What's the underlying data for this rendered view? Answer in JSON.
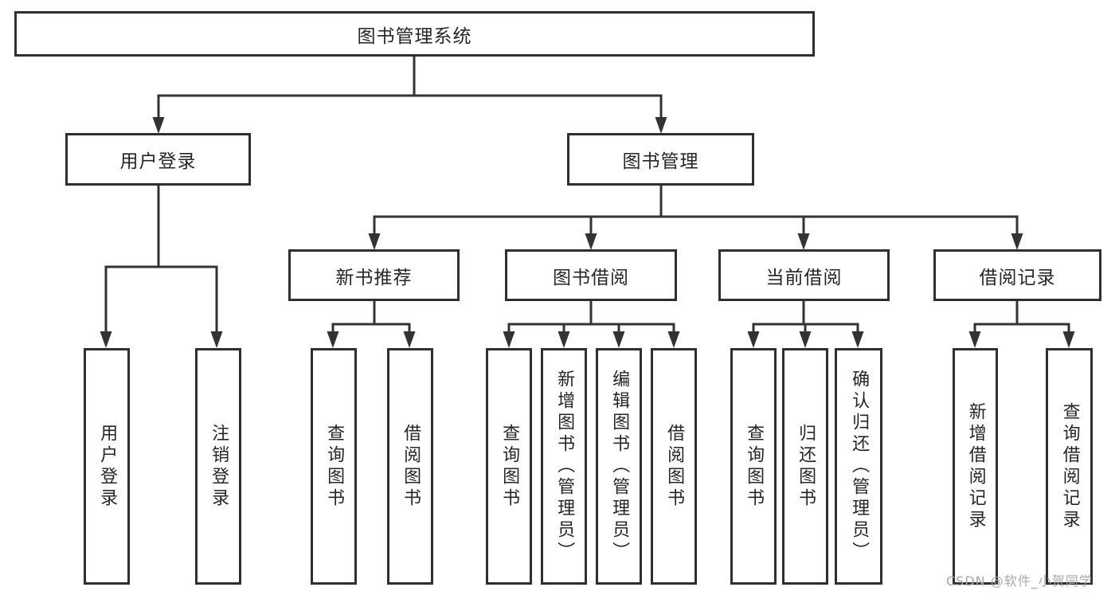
{
  "diagram": {
    "title": "图书管理系统",
    "level2": {
      "user_login": "用户登录",
      "book_mgmt": "图书管理"
    },
    "level3": {
      "new_book_rec": "新书推荐",
      "book_borrow": "图书借阅",
      "current_borrow": "当前借阅",
      "borrow_record": "借阅记录"
    },
    "leaves": {
      "user_login_1": "用户登录",
      "user_login_2": "注销登录",
      "new_book_rec_1": "查询图书",
      "new_book_rec_2": "借阅图书",
      "book_borrow_1": "查询图书",
      "book_borrow_2": "新增图书（管理员）",
      "book_borrow_3": "编辑图书（管理员）",
      "book_borrow_4": "借阅图书",
      "current_borrow_1": "查询图书",
      "current_borrow_2": "归还图书",
      "current_borrow_3": "确认归还（管理员）",
      "borrow_record_1": "新增借阅记录",
      "borrow_record_2": "查询借阅记录"
    }
  },
  "watermark": "CSDN @软件_小贺同学",
  "colors": {
    "line": "#333333",
    "text": "#262626",
    "watermark": "#a8a8a8",
    "background": "#ffffff"
  }
}
